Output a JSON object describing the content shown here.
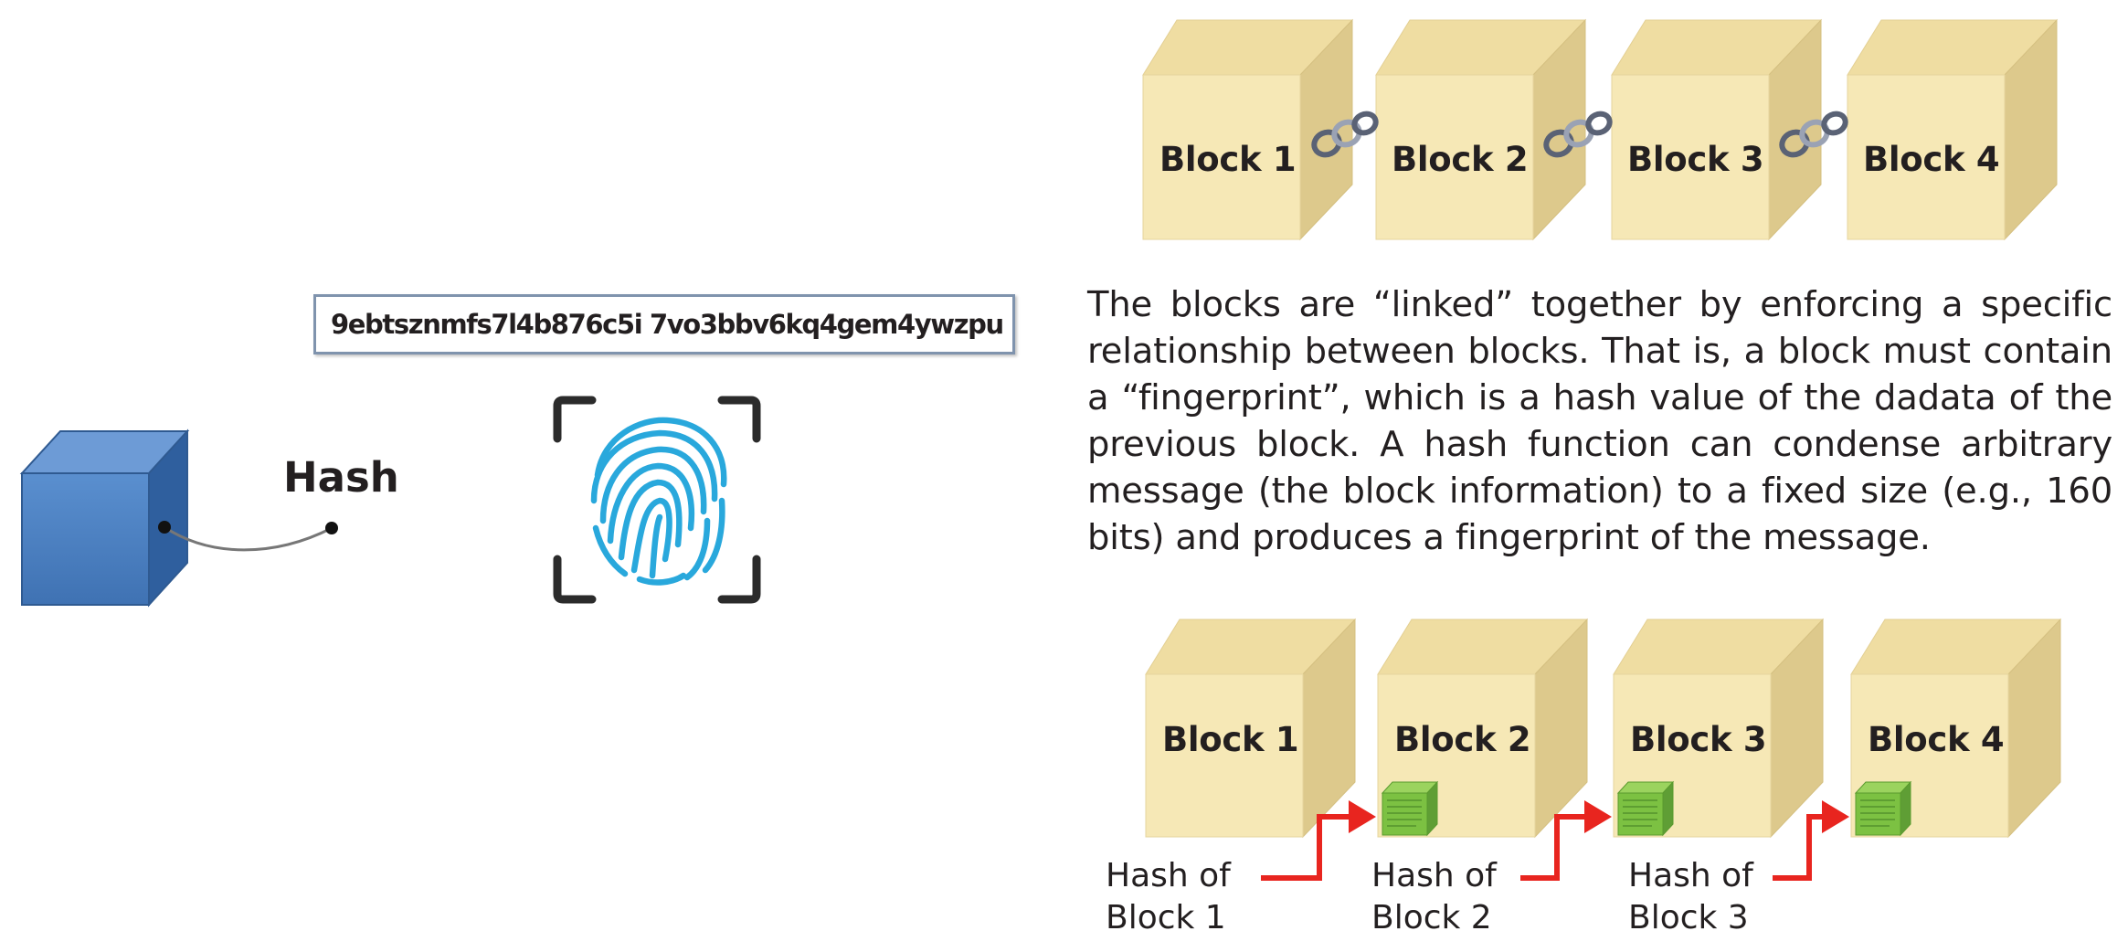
{
  "hash_value": "9ebtsznmfs7l4b876c5i 7vo3bbv6kq4gem4ywzpu",
  "hash_label": "Hash",
  "description": "The blocks are “linked” together by enforcing a specific relationship between blocks. That is, a block must contain a “fingerprint”, which is a hash value of the dadata of the previous block. A hash function can condense arbitrary message (the block information) to a fixed size (e.g., 160 bits) and produces a fingerprint of the message.",
  "top_chain": {
    "blocks": [
      "Block 1",
      "Block 2",
      "Block 3",
      "Block 4"
    ]
  },
  "bottom_chain": {
    "blocks": [
      "Block 1",
      "Block 2",
      "Block 3",
      "Block 4"
    ],
    "hash_labels": [
      "Hash of\nBlock 1",
      "Hash of\nBlock 2",
      "Hash of\nBlock 3"
    ]
  },
  "colors": {
    "block_front": "#f6e8b6",
    "block_top": "#efdda2",
    "block_side": "#ddc98c",
    "cube_blue": "#4a7fc0",
    "fingerprint": "#29a8dc",
    "arrow_red": "#e8251f",
    "hash_cube_green": "#7cc142"
  },
  "icons": [
    "blue-cube-icon",
    "fingerprint-icon",
    "chain-link-icon",
    "hash-cube-icon"
  ]
}
